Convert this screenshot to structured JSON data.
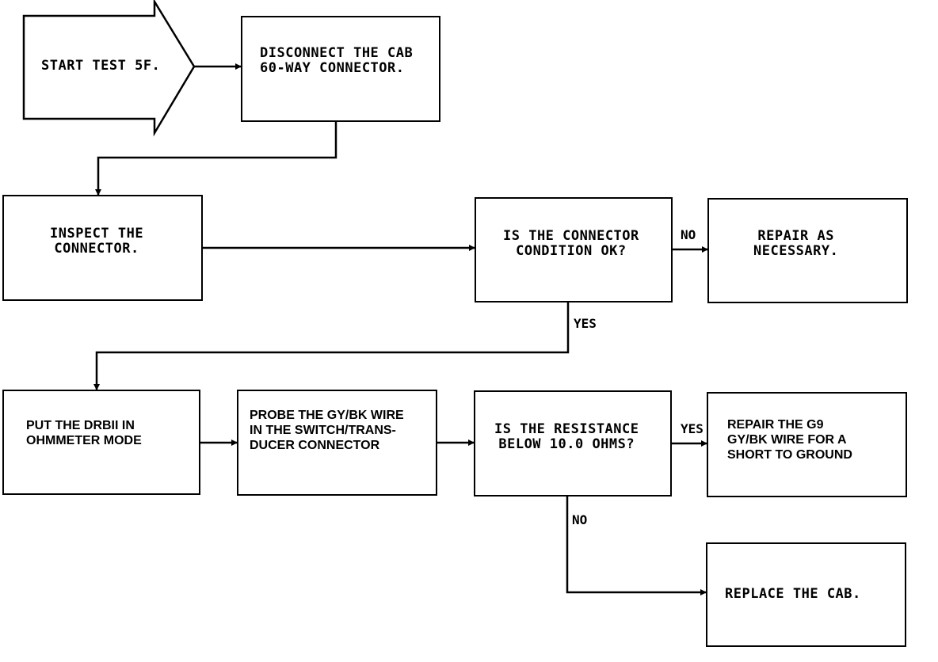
{
  "diagram": {
    "nodes": {
      "start": {
        "text": "START TEST 5F."
      },
      "disconnect": {
        "text": "DISCONNECT THE CAB\n60-WAY CONNECTOR."
      },
      "inspect": {
        "text": "INSPECT THE\nCONNECTOR."
      },
      "connector_ok": {
        "text": "IS THE CONNECTOR\nCONDITION OK?"
      },
      "repair_necessary": {
        "text": "REPAIR AS\nNECESSARY."
      },
      "drbii": {
        "text": "PUT THE DRBII IN\nOHMMETER MODE"
      },
      "probe": {
        "text": "PROBE THE GY/BK WIRE\nIN THE SWITCH/TRANS-\nDUCER CONNECTOR"
      },
      "resistance": {
        "text": "IS THE RESISTANCE\nBELOW 10.0 OHMS?"
      },
      "repair_g9": {
        "text": "REPAIR THE G9\nGY/BK WIRE FOR A\nSHORT TO GROUND"
      },
      "replace_cab": {
        "text": "REPLACE THE CAB."
      }
    },
    "edges": {
      "connector_no": "NO",
      "connector_yes": "YES",
      "resistance_yes": "YES",
      "resistance_no": "NO"
    }
  }
}
